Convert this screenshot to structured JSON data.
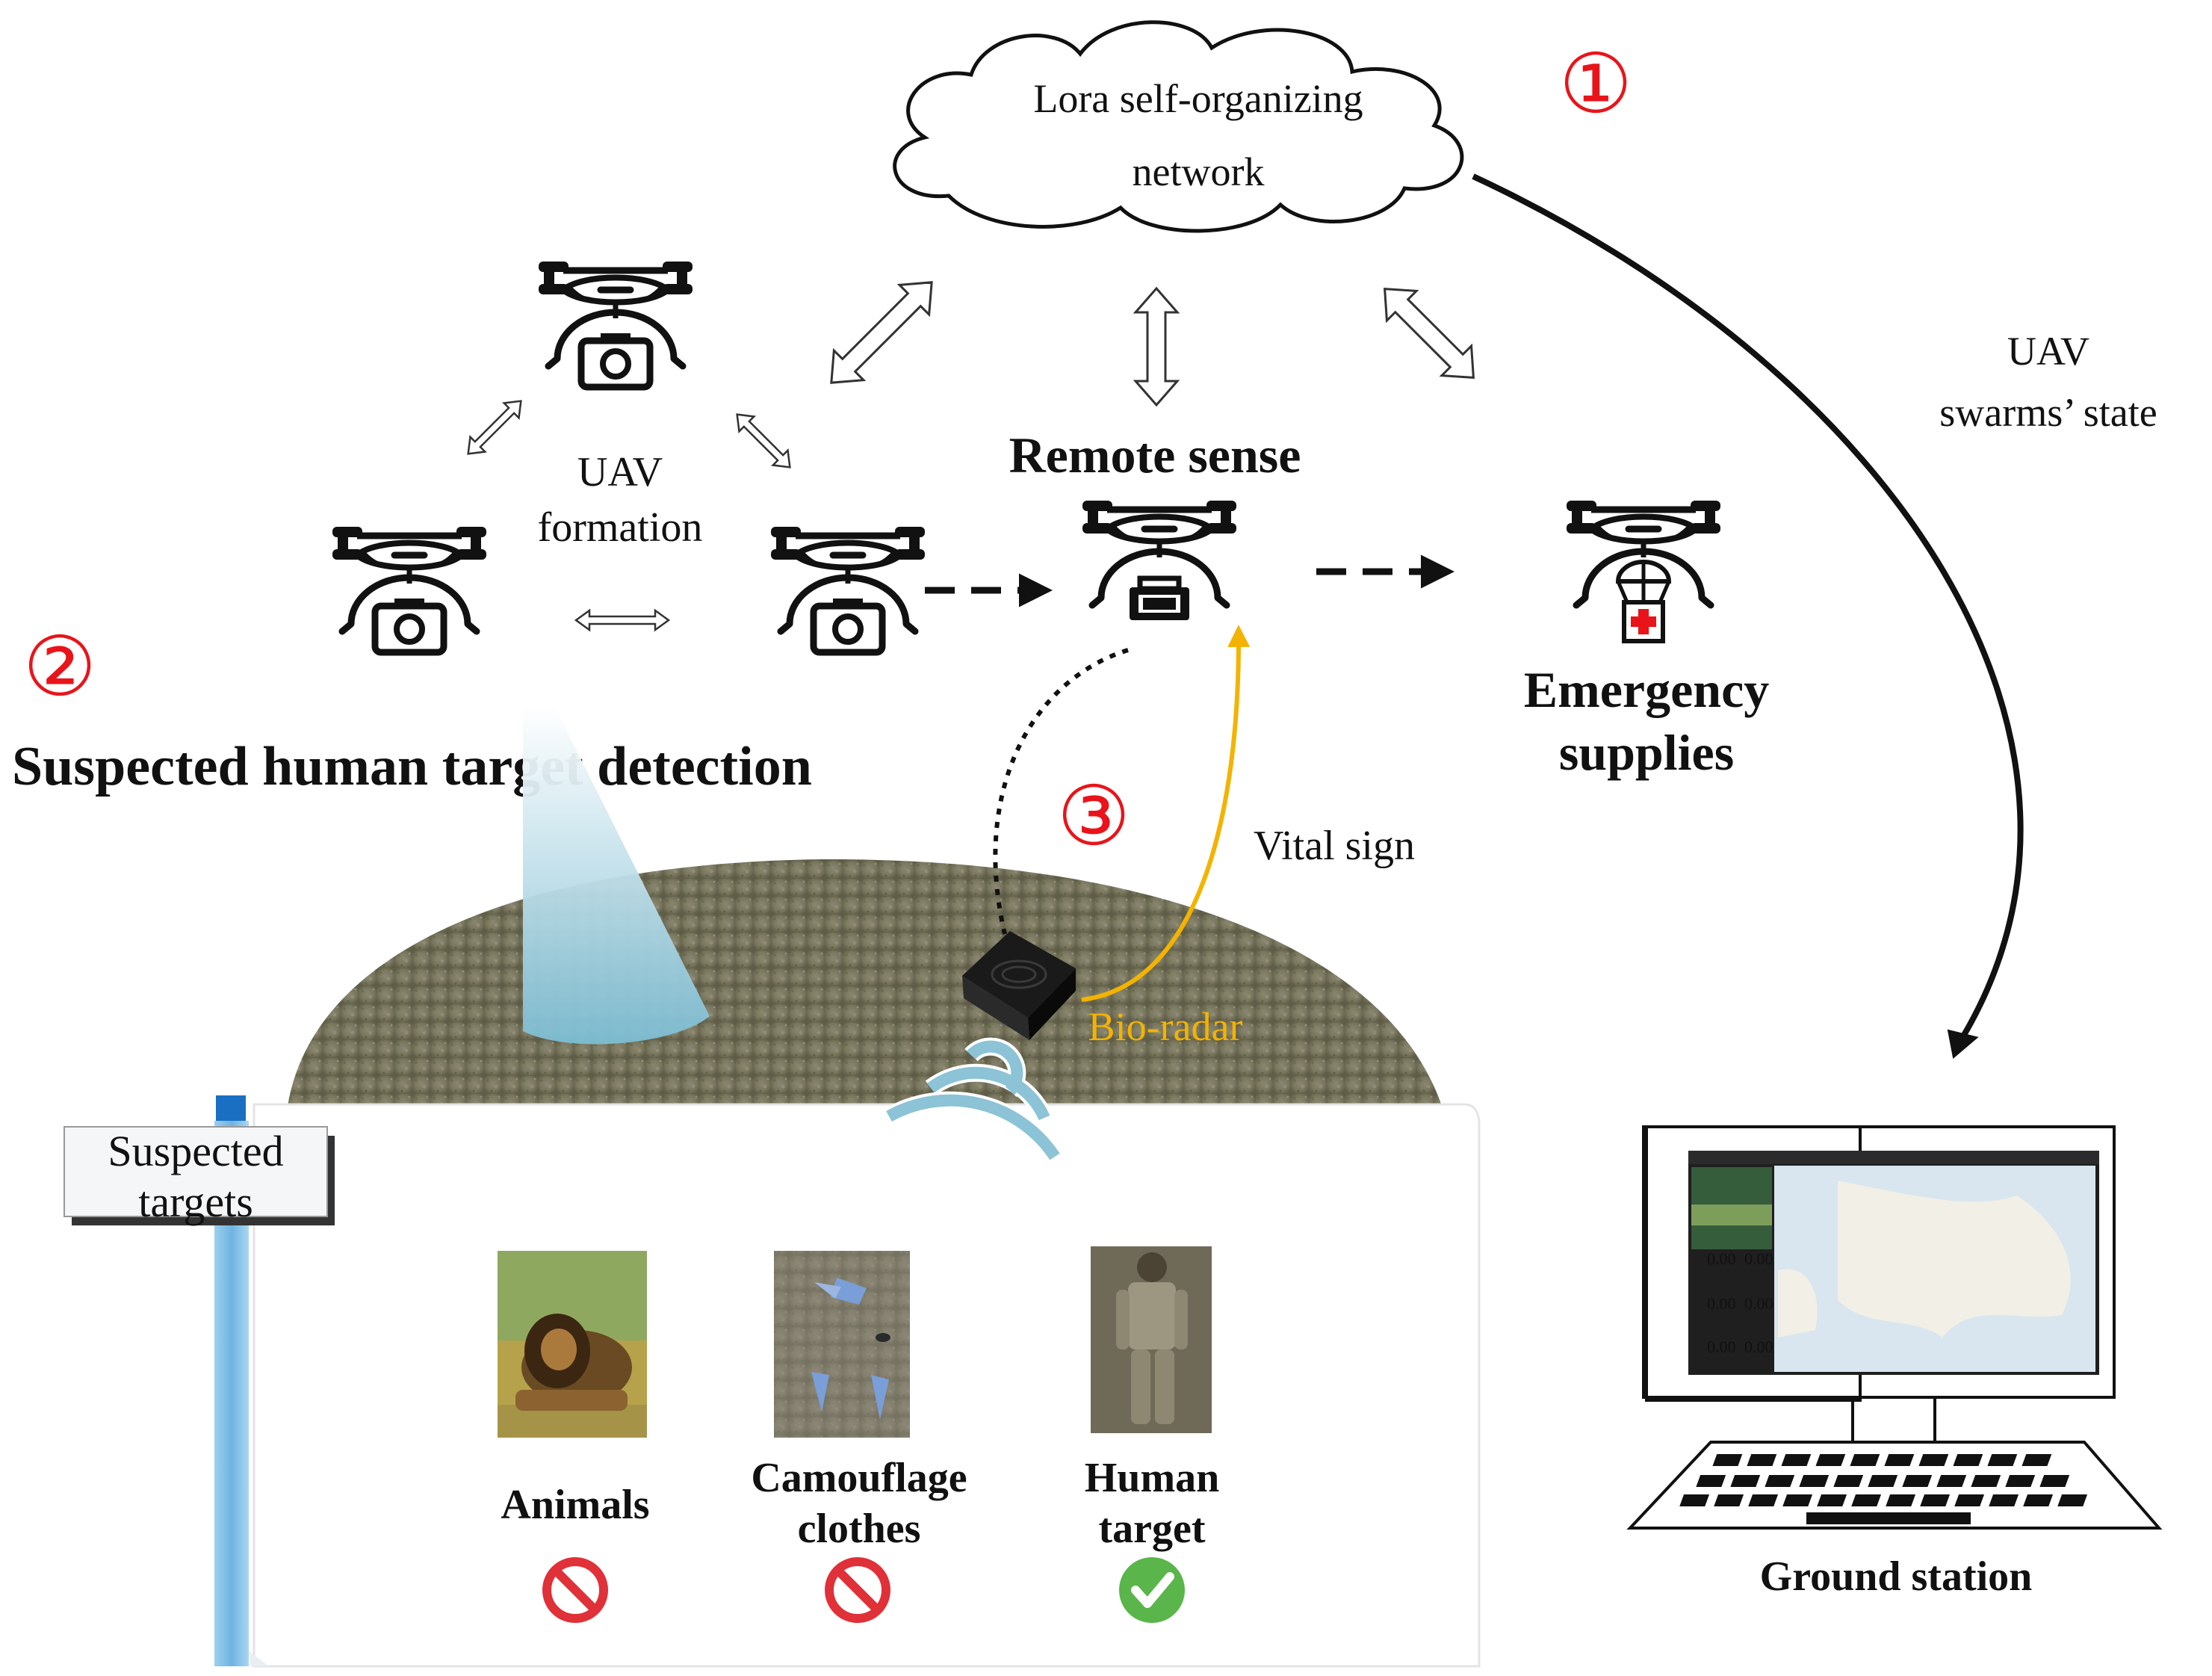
{
  "cloud": {
    "line1": "Lora self-organizing",
    "line2": "network"
  },
  "markers": {
    "m1": "①",
    "m2": "②",
    "m3": "③"
  },
  "uav_formation": {
    "line1": "UAV",
    "line2": "formation"
  },
  "remote_sense": "Remote sense",
  "emergency": {
    "line1": "Emergency",
    "line2": "supplies"
  },
  "swarm_state": {
    "line1": "UAV",
    "line2": "swarms’ state"
  },
  "detection_title": "Suspected human target detection",
  "vital_sign": "Vital sign",
  "bio_radar": "Bio-radar",
  "suspected_targets": {
    "line1": "Suspected",
    "line2": "targets"
  },
  "targets": [
    {
      "label_line1": "Animals",
      "label_line2": "",
      "status": "rejected",
      "icon": "prohibited-icon"
    },
    {
      "label_line1": "Camouflage",
      "label_line2": "clothes",
      "status": "rejected",
      "icon": "prohibited-icon"
    },
    {
      "label_line1": "Human",
      "label_line2": "target",
      "status": "confirmed",
      "icon": "check-icon"
    }
  ],
  "ground_station": "Ground station",
  "colors": {
    "marker_red": "#e8141a",
    "vital_sign_arrow": "#f3b300",
    "beam_blue": "#8cc3d6",
    "check_green": "#5ab54a"
  }
}
